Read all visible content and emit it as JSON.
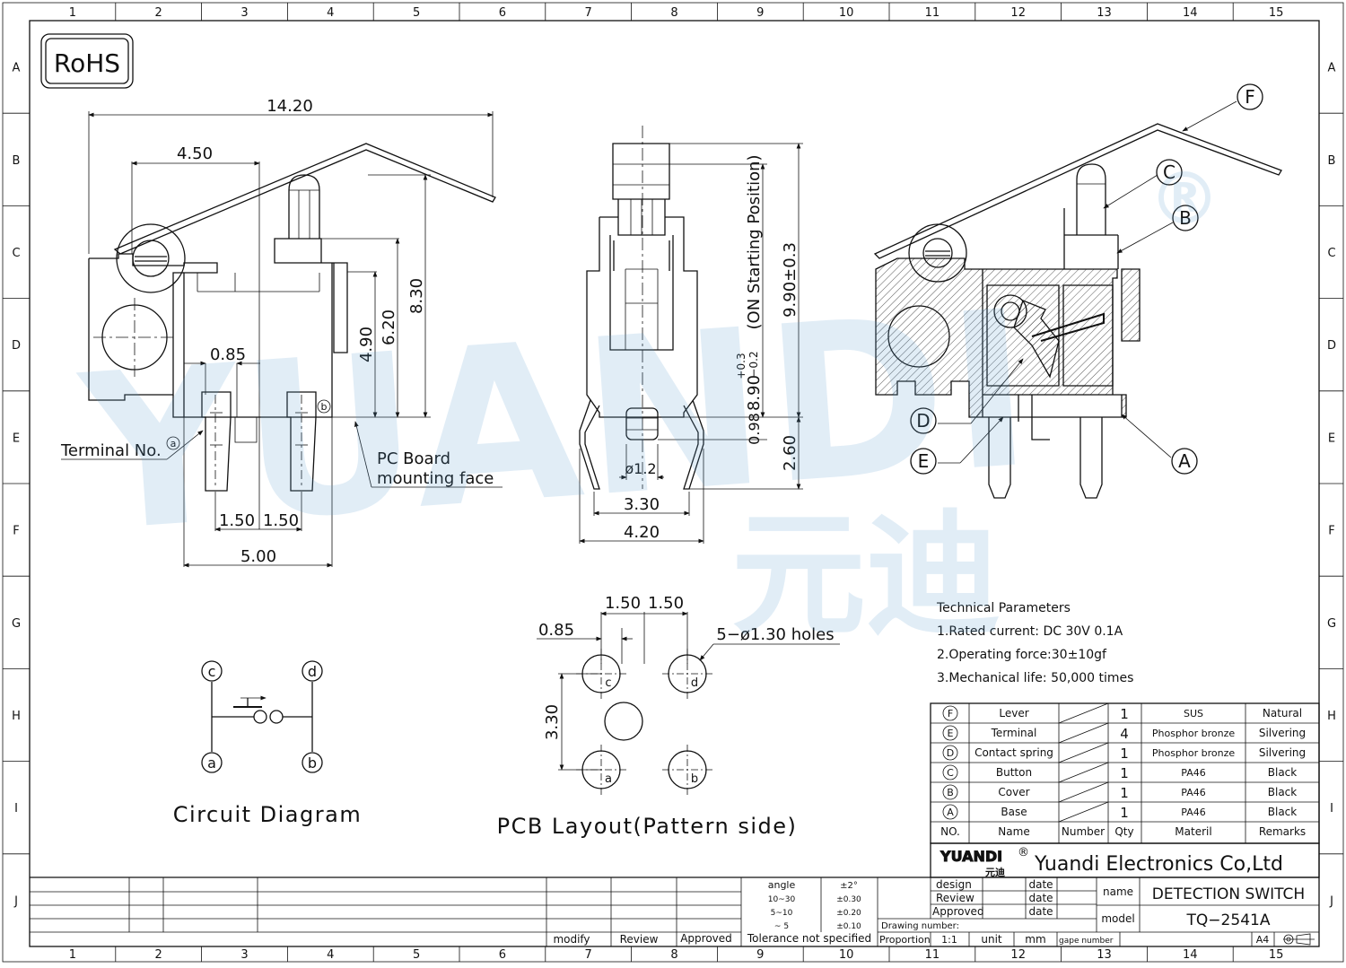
{
  "border": {
    "columns": [
      "1",
      "2",
      "3",
      "4",
      "5",
      "6",
      "7",
      "8",
      "9",
      "10",
      "11",
      "12",
      "13",
      "14",
      "15"
    ],
    "rows": [
      "A",
      "B",
      "C",
      "D",
      "E",
      "F",
      "G",
      "H",
      "I",
      "J"
    ]
  },
  "rohs": "RoHS",
  "watermark": {
    "latin": "YUANDI",
    "cjk": "元迪",
    "registered": "®"
  },
  "front_view": {
    "dim_total_width": "14.20",
    "dim_lever_pivot": "4.50",
    "dim_height_8_30": "8.30",
    "dim_height_6_20": "6.20",
    "dim_height_4_90": "4.90",
    "dim_terminal_width": "0.85",
    "dim_pitch_left": "1.50",
    "dim_pitch_right": "1.50",
    "dim_span": "5.00",
    "terminal_no_label": "Terminal No.",
    "terminal_a": "a",
    "terminal_b": "b",
    "pc_board_line1": "PC Board",
    "pc_board_line2": "mounting face"
  },
  "side_view": {
    "dim_9_90": "9.90±0.3",
    "dim_on_position": "(ON Starting Position)",
    "dim_8_90": "8.90",
    "dim_8_90_tol_plus": "+0.3",
    "dim_8_90_tol_minus": "−0.2",
    "dim_0_98": "0.98",
    "dim_2_60": "2.60",
    "dim_dia": "ø1.2",
    "dim_3_30": "3.30",
    "dim_4_20": "4.20"
  },
  "section_view": {
    "callouts": [
      "F",
      "C",
      "B",
      "D",
      "E",
      "A"
    ]
  },
  "circuit": {
    "title": "Circuit Diagram",
    "nodes": [
      "c",
      "d",
      "a",
      "b"
    ]
  },
  "pcb": {
    "title": "PCB Layout(Pattern side)",
    "dim_pitch_left": "1.50",
    "dim_pitch_right": "1.50",
    "dim_width": "0.85",
    "dim_rows": "3.30",
    "holes_label": "5−ø1.30 holes",
    "holes": [
      "c",
      "d",
      "a",
      "b"
    ]
  },
  "tech_params": {
    "title": "Technical Parameters",
    "lines": [
      "1.Rated current: DC 30V 0.1A",
      "2.Operating force:30±10gf",
      "3.Mechanical life: 50,000 times"
    ]
  },
  "bom": {
    "rows": [
      {
        "no": "F",
        "name": "Lever",
        "qty": "1",
        "material": "SUS",
        "remarks": "Natural"
      },
      {
        "no": "E",
        "name": "Terminal",
        "qty": "4",
        "material": "Phosphor bronze",
        "remarks": "Silvering"
      },
      {
        "no": "D",
        "name": "Contact spring",
        "qty": "1",
        "material": "Phosphor bronze",
        "remarks": "Silvering"
      },
      {
        "no": "C",
        "name": "Button",
        "qty": "1",
        "material": "PA46",
        "remarks": "Black"
      },
      {
        "no": "B",
        "name": "Cover",
        "qty": "1",
        "material": "PA46",
        "remarks": "Black"
      },
      {
        "no": "A",
        "name": "Base",
        "qty": "1",
        "material": "PA46",
        "remarks": "Black"
      }
    ],
    "header": {
      "no": "NO.",
      "name": "Name",
      "number": "Number",
      "qty": "Qty",
      "material": "Materil",
      "remarks": "Remarks"
    }
  },
  "title_block": {
    "logo_text": "YUANDI",
    "logo_cjk": "元迪",
    "logo_reg": "®",
    "company": "Yuandi Electronics Co,Ltd",
    "design": "design",
    "review": "Review",
    "approved": "Approved",
    "date1": "date",
    "date2": "date",
    "date3": "date",
    "drawing_number": "Drawing number:",
    "proportion": "Proportion",
    "proportion_value": "1:1",
    "unit": "unit",
    "unit_value": "mm",
    "gape_number": "gape number",
    "name_label": "name",
    "name_value": "DETECTION SWITCH",
    "model_label": "model",
    "model_value": "TQ−2541A",
    "size": "A4",
    "tolerance": {
      "angle_label": "angle",
      "angle_value": "±2°",
      "r1_label": "10~30",
      "r1_value": "±0.30",
      "r2_label": "5~10",
      "r2_value": "±0.20",
      "r3_label": "~ 5",
      "r3_value": "±0.10",
      "footer": "Tolerance not specified"
    },
    "revision": {
      "modify": "modify",
      "review": "Review",
      "approved": "Approved"
    }
  }
}
